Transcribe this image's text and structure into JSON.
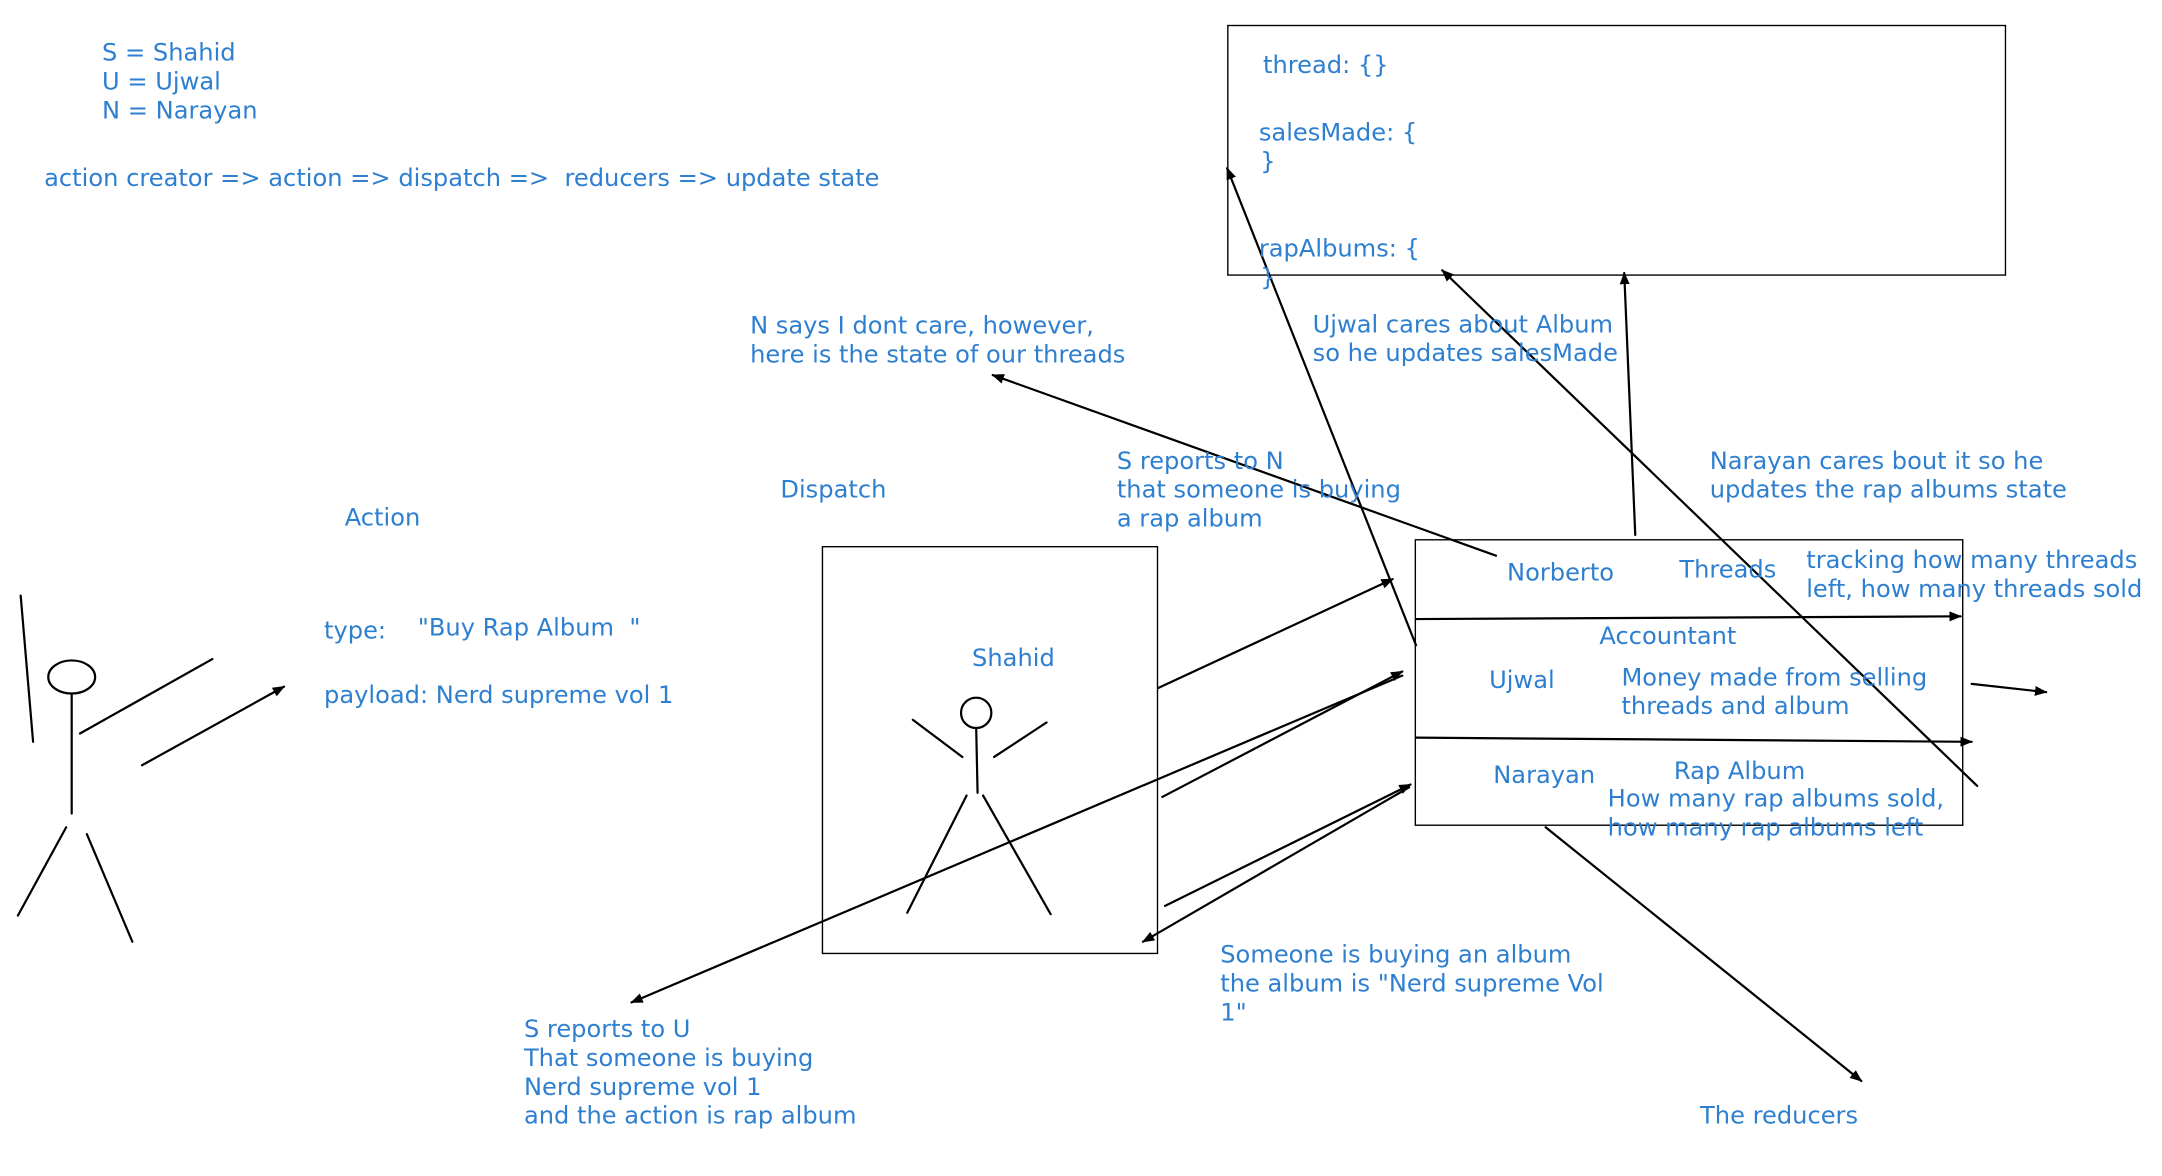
{
  "legend": {
    "s": "S = Shahid",
    "u": "U = Ujwal",
    "n": "N = Narayan",
    "flow": "action creator => action => dispatch =>  reducers => update state"
  },
  "state_box": {
    "thread": "thread: {}",
    "sales_open": "salesMade: {",
    "sales_close": "}",
    "rap_open": "rapAlbums: {",
    "rap_close": "}"
  },
  "action": {
    "title": "Action",
    "type_key": "type:",
    "type_value": "\"Buy Rap Album  \"",
    "payload": "payload: Nerd supreme vol 1"
  },
  "dispatch": {
    "title": "Dispatch",
    "person": "Shahid"
  },
  "reducers": {
    "norberto": "Norberto",
    "threads": "Threads",
    "threads_note": "tracking how many threads\nleft, how many threads sold",
    "accountant": "Accountant",
    "ujwal": "Ujwal",
    "ujwal_note": "Money made from selling\nthreads and album",
    "narayan": "Narayan",
    "rap_album": "Rap Album",
    "rap_note": "How many rap albums sold,\nhow many rap albums left",
    "label": "The reducers"
  },
  "notes": {
    "n_says": "N says I dont care, however,\nhere is the state of our threads",
    "s_reports_n": "S reports to N\nthat someone is buying\na rap album",
    "ujwal_cares": "Ujwal cares about Album\nso he updates salesMade",
    "narayan_cares": "Narayan cares bout it so he\nupdates the rap albums state",
    "someone_buying": "Someone is buying an album\nthe album is \"Nerd supreme Vol\n1\"",
    "s_reports_u": "S reports to U\nThat someone is buying\nNerd supreme vol 1\nand the action is rap album"
  },
  "colors": {
    "text": "#2e7fd0",
    "lines": "#000000"
  }
}
